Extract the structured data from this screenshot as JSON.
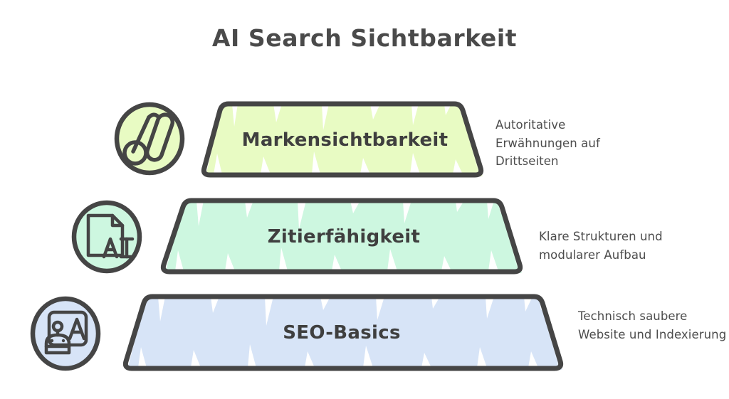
{
  "page": {
    "title": "AI Search Sichtbarkeit",
    "background_color": "#ffffff",
    "ink_color": "#454545",
    "text_color": "#3f3f3f"
  },
  "pyramid": {
    "tiers": [
      {
        "level": 1,
        "label": "Markensichtbarkeit",
        "description": "Autoritative Erwähnungen auf Drittseiten",
        "fill_color": "#e8fbc3",
        "icon": "google-ads-icon"
      },
      {
        "level": 2,
        "label": "Zitierfähigkeit",
        "description": "Klare Strukturen und modularer Aufbau",
        "fill_color": "#cdf7e0",
        "icon": "ai-document-icon"
      },
      {
        "level": 3,
        "label": "SEO-Basics",
        "description": "Technisch saubere Website und Indexierung",
        "fill_color": "#d7e4f7",
        "icon": "robot-board-icon"
      }
    ]
  }
}
